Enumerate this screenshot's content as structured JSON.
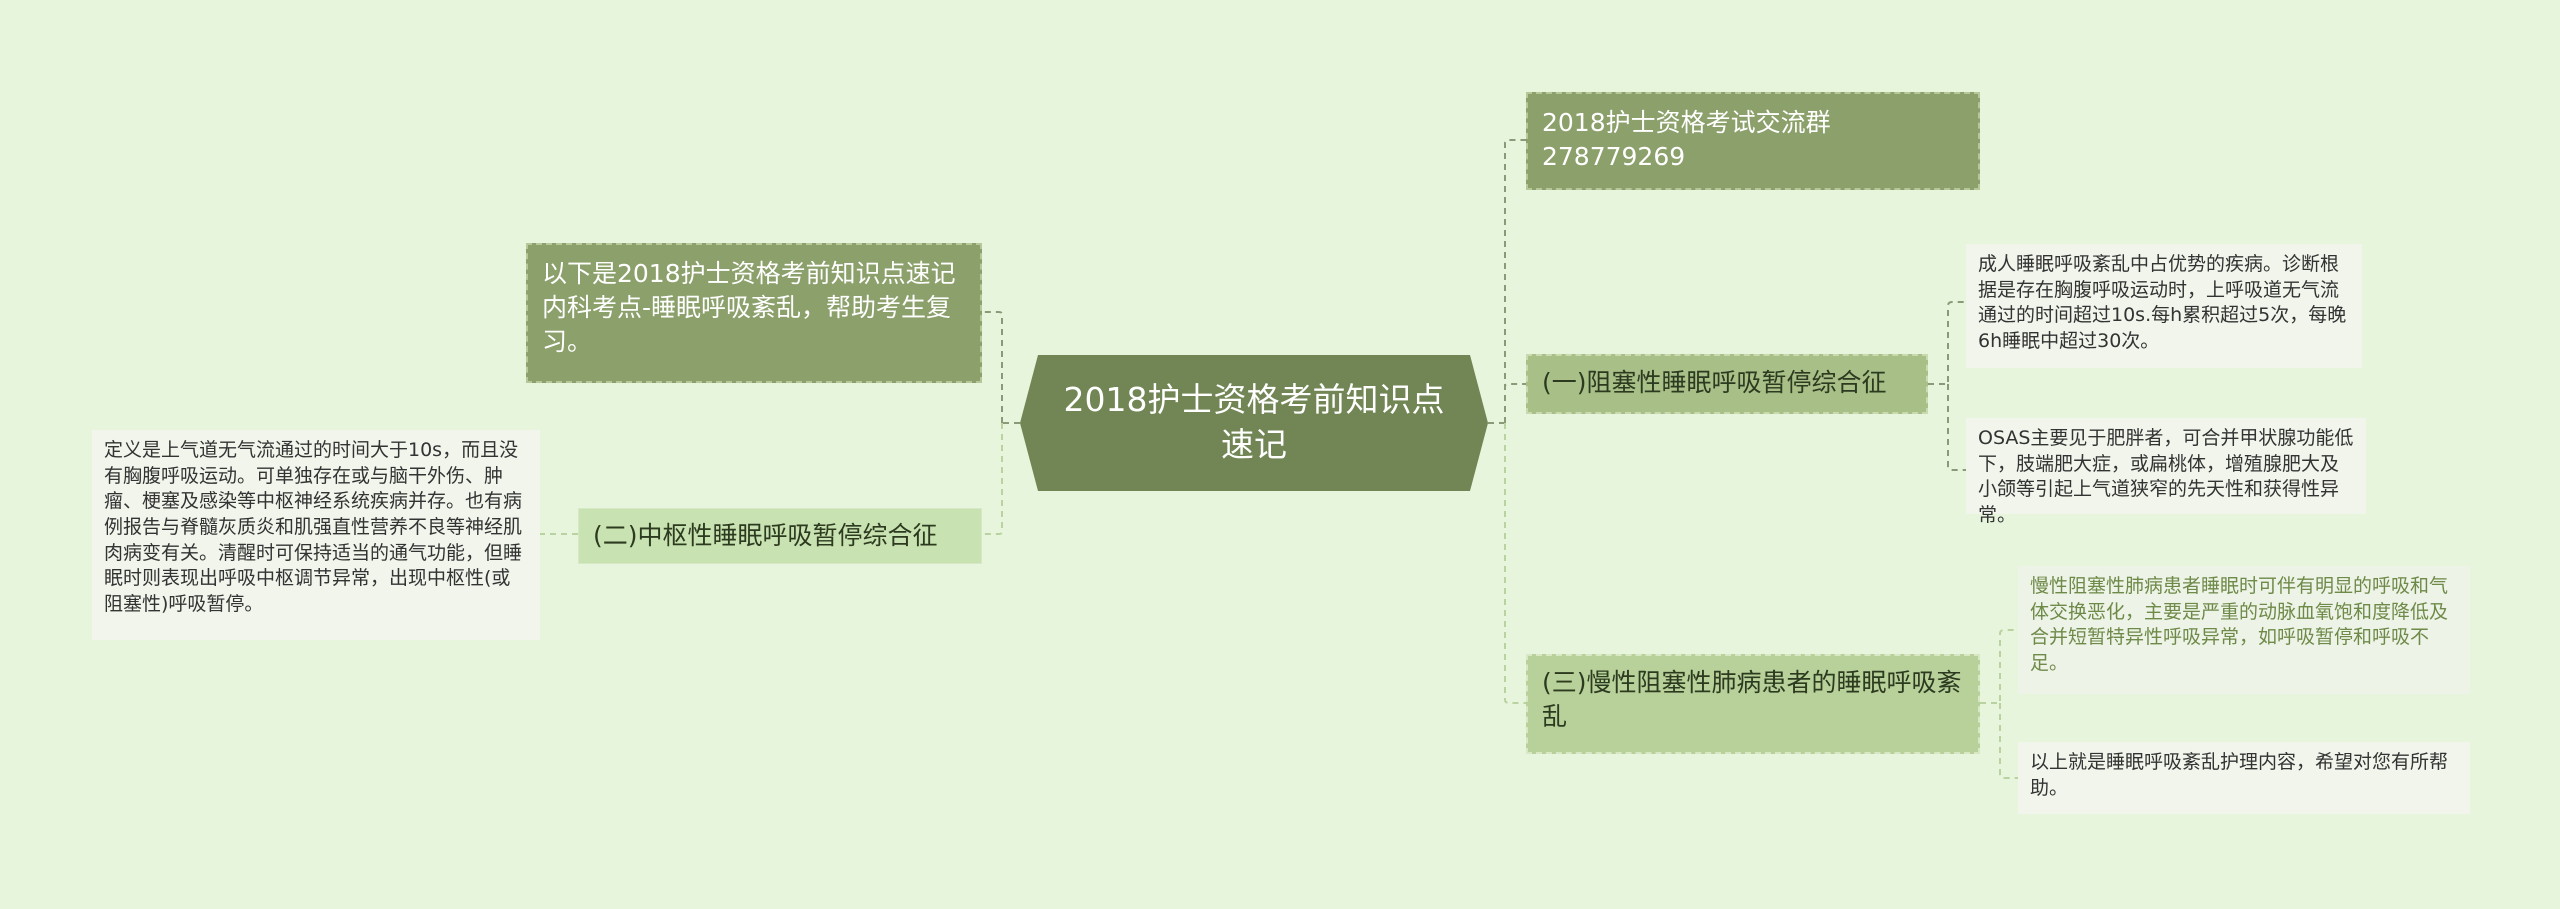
{
  "center": {
    "label": "2018护士资格考前知识点速记"
  },
  "left": {
    "intro": "以下是2018护士资格考前知识点速记内科考点-睡眠呼吸紊乱，帮助考生复习。",
    "central_apnea": {
      "label": "(二)中枢性睡眠呼吸暂停综合征",
      "detail": "定义是上气道无气流通过的时间大于10s，而且没有胸腹呼吸运动。可单独存在或与脑干外伤、肿瘤、梗塞及感染等中枢神经系统疾病并存。也有病例报告与脊髓灰质炎和肌强直性营养不良等神经肌肉病变有关。清醒时可保持适当的通气功能，但睡眠时则表现出呼吸中枢调节异常，出现中枢性(或阻塞性)呼吸暂停。"
    }
  },
  "right": {
    "group_chat": "2018护士资格考试交流群278779269",
    "obstructive_apnea": {
      "label": "(一)阻塞性睡眠呼吸暂停综合征",
      "details": [
        "成人睡眠呼吸紊乱中占优势的疾病。诊断根据是存在胸腹呼吸运动时，上呼吸道无气流通过的时间超过10s.每h累积超过5次，每晚6h睡眠中超过30次。",
        "OSAS主要见于肥胖者，可合并甲状腺功能低下，肢端肥大症，或扁桃体，增殖腺肥大及小颌等引起上气道狭窄的先天性和获得性异常。"
      ]
    },
    "copd_sleep": {
      "label": "(三)慢性阻塞性肺病患者的睡眠呼吸紊乱",
      "details": [
        "慢性阻塞性肺病患者睡眠时可伴有明显的呼吸和气体交换恶化，主要是严重的动脉血氧饱和度降低及合并短暂特异性呼吸异常，如呼吸暂停和呼吸不足。",
        "以上就是睡眠呼吸紊乱护理内容，希望对您有所帮助。"
      ]
    }
  },
  "colors": {
    "background": "#e7f5dc",
    "center": "#718654",
    "dark_node": "#8ca06b",
    "mid_node": "#a8bf88",
    "light_node": "#c9e2b2",
    "connector_dark": "#8a9a78",
    "connector_light": "#b9d3a0"
  }
}
